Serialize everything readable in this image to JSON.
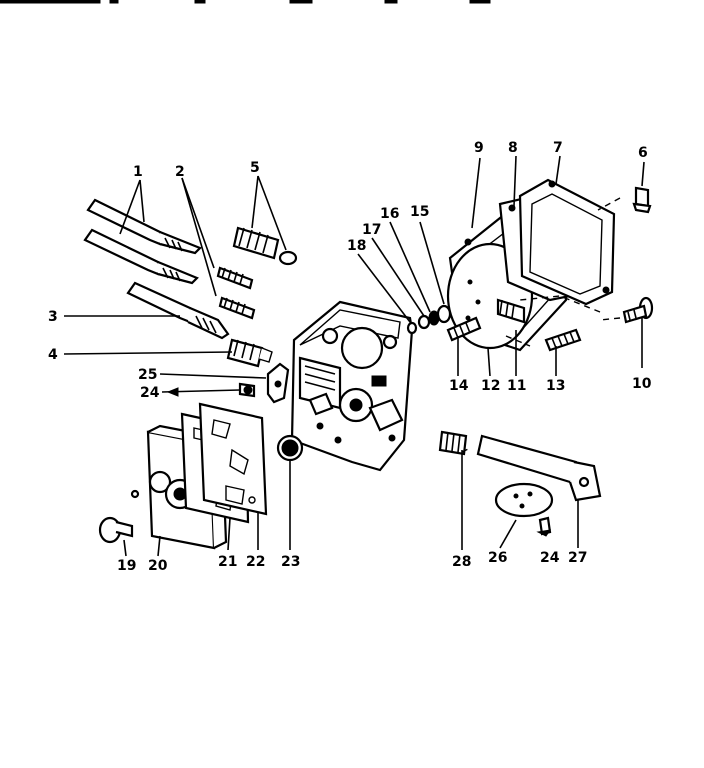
{
  "diagram": {
    "type": "exploded parts diagram",
    "callouts": [
      "1",
      "2",
      "3",
      "4",
      "5",
      "6",
      "7",
      "8",
      "9",
      "10",
      "11",
      "12",
      "13",
      "14",
      "15",
      "16",
      "17",
      "18",
      "19",
      "20",
      "21",
      "22",
      "23",
      "24",
      "25",
      "26",
      "24",
      "27",
      "28"
    ]
  }
}
